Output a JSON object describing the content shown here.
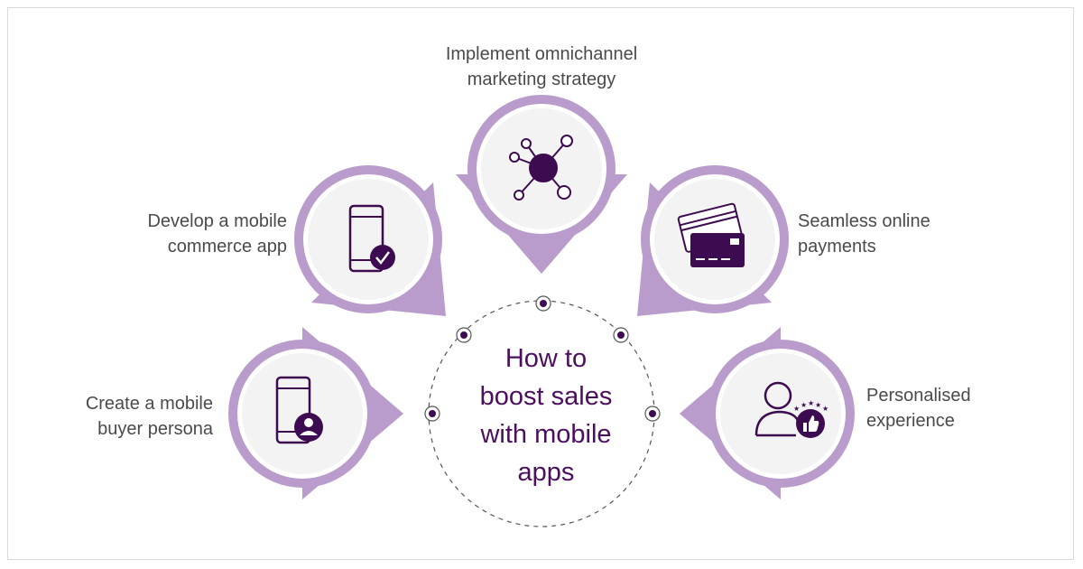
{
  "center": {
    "lines": [
      "How to",
      "boost sales",
      "with mobile",
      "apps"
    ]
  },
  "steps": [
    {
      "lines": [
        "Create a mobile",
        "buyer persona"
      ],
      "icon": "phone-user-icon"
    },
    {
      "lines": [
        "Develop a mobile",
        "commerce app"
      ],
      "icon": "phone-check-icon"
    },
    {
      "lines": [
        "Implement omnichannel",
        "marketing strategy"
      ],
      "icon": "network-icon"
    },
    {
      "lines": [
        "Seamless online",
        "payments"
      ],
      "icon": "credit-card-icon"
    },
    {
      "lines": [
        "Personalised",
        "experience"
      ],
      "icon": "user-rating-icon"
    }
  ],
  "colors": {
    "accent": "#b99bcc",
    "dark": "#3d0b4f",
    "node_bg": "#f3f3f3",
    "text": "#4a4a4a",
    "center_text": "#4b0f5e"
  }
}
